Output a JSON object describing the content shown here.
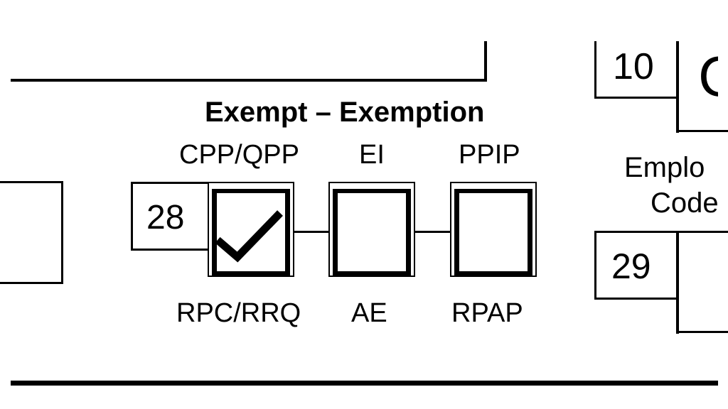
{
  "box10": {
    "number": "10",
    "partial_label": "C"
  },
  "exempt": {
    "title": "Exempt – Exemption",
    "box_number": "28",
    "options": [
      {
        "top_label": "CPP/QPP",
        "bottom_label": "RPC/RRQ",
        "checked": true
      },
      {
        "top_label": "EI",
        "bottom_label": "AE",
        "checked": false
      },
      {
        "top_label": "PPIP",
        "bottom_label": "RPAP",
        "checked": false
      }
    ]
  },
  "employment_code": {
    "label_line1": "Emplo",
    "label_line2": "Code",
    "box_number": "29"
  }
}
